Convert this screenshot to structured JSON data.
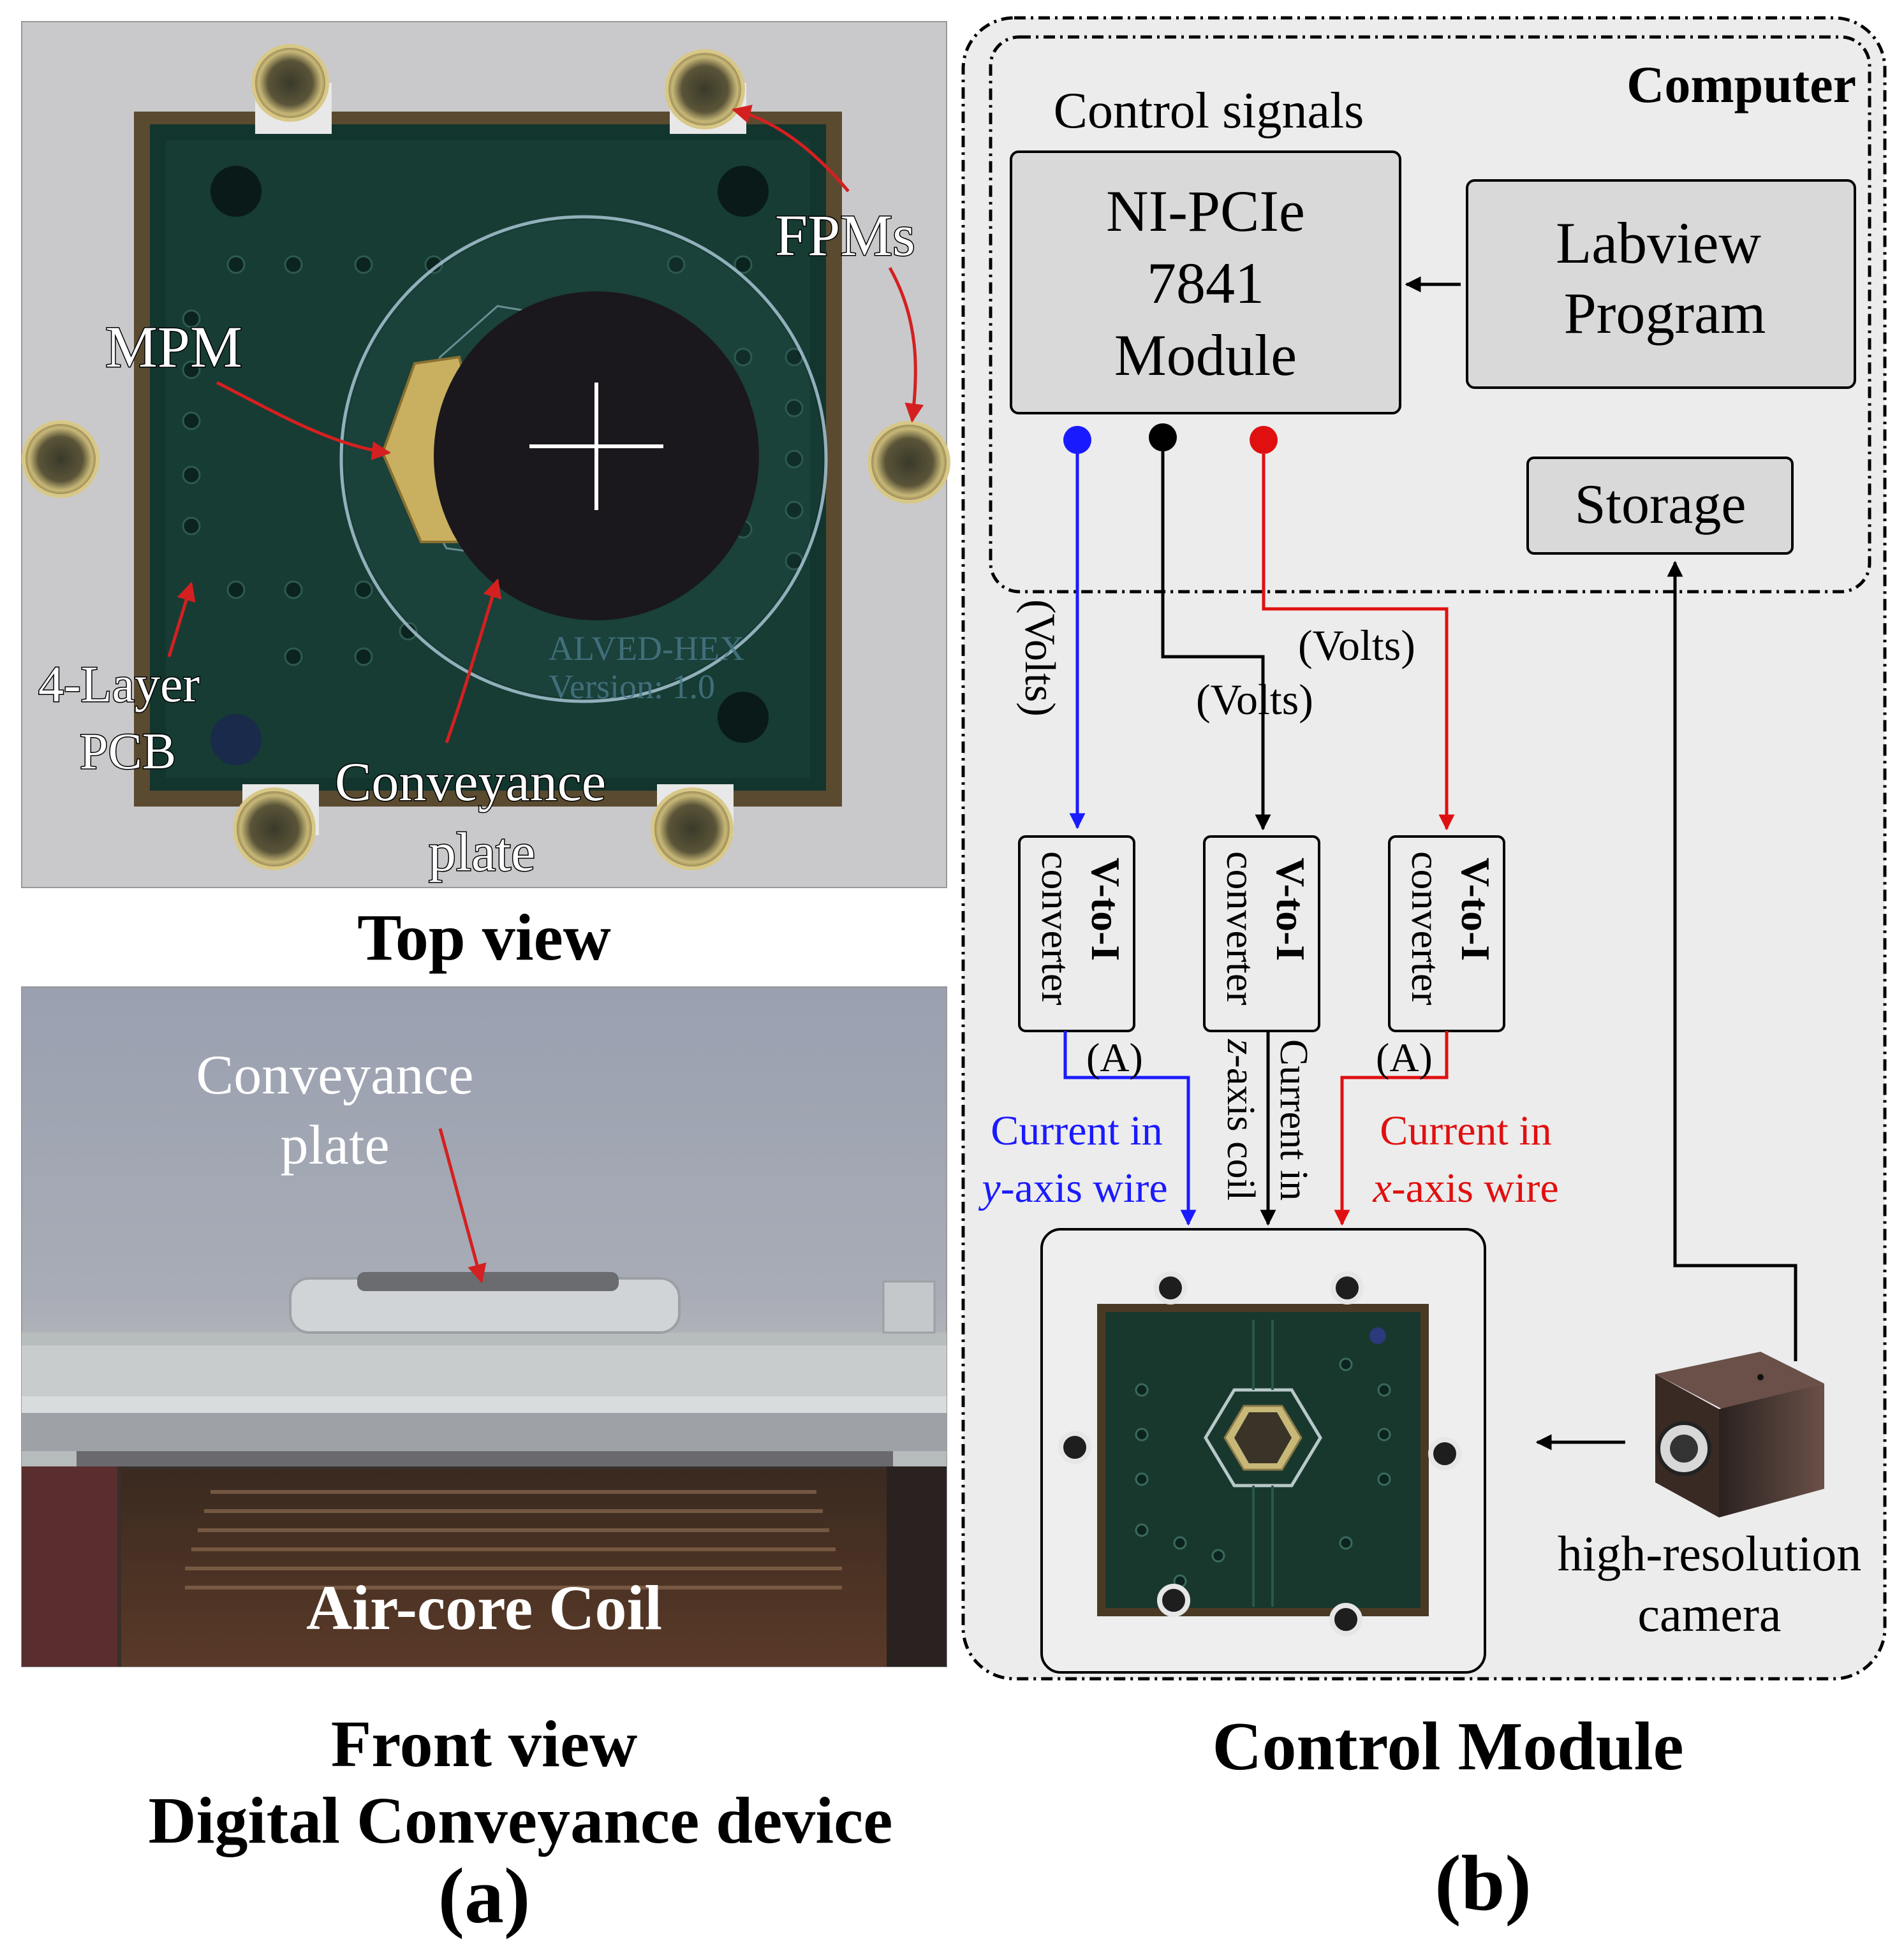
{
  "panel_a": {
    "top_view": {
      "caption": "Top view",
      "labels": {
        "fpms": "FPMs",
        "mpm": "MPM",
        "pcb_line1": "4-Layer",
        "pcb_line2": "PCB",
        "conveyance_line1": "Conveyance",
        "conveyance_line2": "plate",
        "pcb_text_line1": "ALVED-HEX",
        "pcb_text_line2": "Version: 1.0"
      }
    },
    "front_view": {
      "caption_line1": "Front view",
      "caption_line2": "Digital Conveyance device",
      "labels": {
        "conveyance_line1": "Conveyance",
        "conveyance_line2": "plate",
        "coil": "Air-core Coil"
      }
    },
    "panel_letter": "(a)"
  },
  "panel_b": {
    "computer_label": "Computer",
    "control_signals_label": "Control signals",
    "ni_module": [
      "NI-PCIe",
      "7841",
      "Module"
    ],
    "labview": [
      "Labview",
      "Program"
    ],
    "storage": "Storage",
    "volts": "(Volts)",
    "amps": "(A)",
    "converter_line1": "V-to-I",
    "converter_line2": "converter",
    "current_y": [
      "Current in",
      "y",
      "-axis wire"
    ],
    "current_x": [
      "Current in",
      "x",
      "-axis wire"
    ],
    "current_z": [
      "Current in",
      "z",
      "-axis coil"
    ],
    "camera": [
      "high-resolution",
      "camera"
    ],
    "caption": "Control Module",
    "panel_letter": "(b)"
  },
  "colors": {
    "blue_signal": "#1a1aff",
    "black_signal": "#000000",
    "red_signal": "#e01010",
    "box_fill": "#d9d9d9",
    "computer_fill": "#eeeeee",
    "arrow_red": "#d42020"
  }
}
